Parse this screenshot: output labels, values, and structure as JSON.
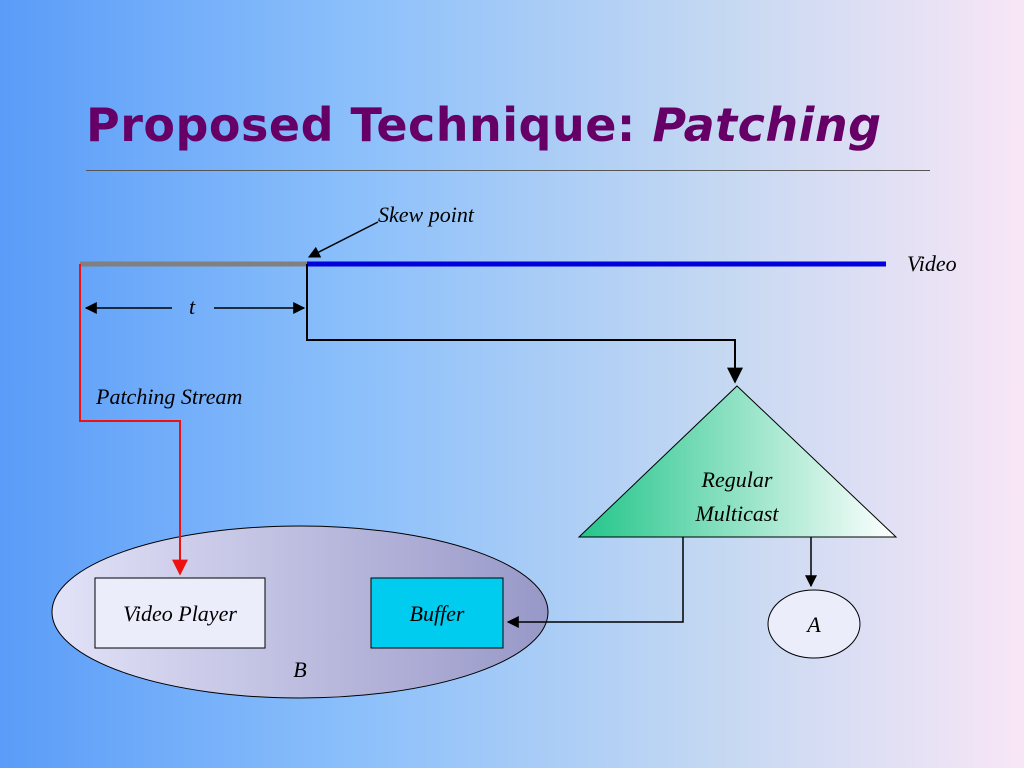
{
  "title": {
    "main": "Proposed Technique: ",
    "emphasis": "Patching"
  },
  "diagram": {
    "skew_point_label": "Skew point",
    "video_label": "Video",
    "t_label": "t",
    "patching_stream_label": "Patching Stream",
    "multicast_label_line1": "Regular",
    "multicast_label_line2": "Multicast",
    "client_a_label": "A",
    "client_b_label": "B",
    "video_player_label": "Video Player",
    "buffer_label": "Buffer"
  },
  "colors": {
    "title": "#660066",
    "video_line": "#0000dd",
    "patch_line": "#808080",
    "patching_stream": "#ee1111",
    "buffer_fill": "#00ccf0",
    "triangle_left": "#22c58a",
    "triangle_right": "#ffffff"
  }
}
